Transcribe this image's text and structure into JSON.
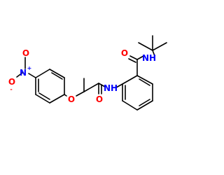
{
  "molecule": {
    "atom_labels": {
      "n_nitro": "N",
      "n_plus": "+",
      "o_nitro_top": "O",
      "o_nitro_bottom": "O",
      "o_minus": "-",
      "o_ether": "O",
      "o_amide1": "O",
      "nh_amide1": "NH",
      "o_amide2": "O",
      "nh_amide2": "NH"
    },
    "colors": {
      "bond": "#000000",
      "nitrogen": "#0000ff",
      "oxygen": "#ff0000"
    }
  }
}
